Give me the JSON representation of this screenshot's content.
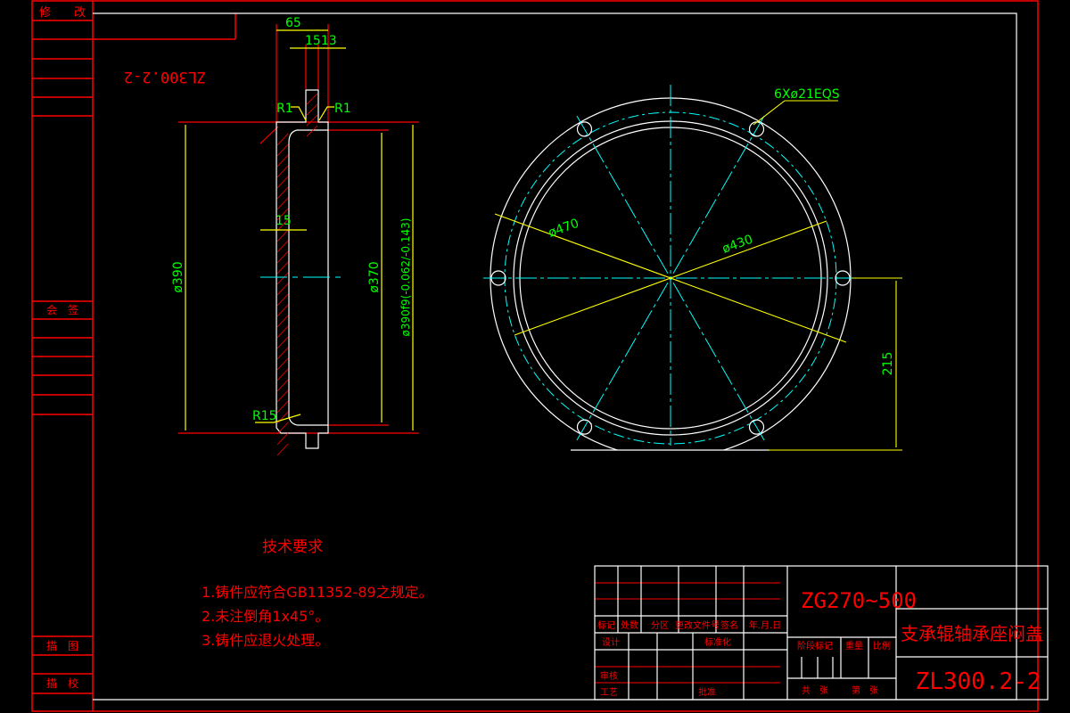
{
  "colors": {
    "background": "#000000",
    "frame": "#ff0000",
    "outline": "#ffffff",
    "dimension": "#ffff00",
    "dim_text": "#00ff00",
    "centerline": "#00ffff"
  },
  "side_table": {
    "revise": "修　　改",
    "countersign": "会　签",
    "trace": "描　图",
    "trace_check": "描　校"
  },
  "mirror_code": "ZL300.2-2",
  "section_view": {
    "dim_width": "65",
    "dim_parts": "1513",
    "r_left": "R1",
    "r_right": "R1",
    "wall": "15",
    "d_outer": "ø390",
    "d_inner": "ø370",
    "d_fit": "ø390f9(-0.062/-0.143)",
    "r_bottom": "R15"
  },
  "plan_view": {
    "holes": "6Xø21EQS",
    "d470": "ø470",
    "d430": "ø430",
    "h215": "215"
  },
  "tech": {
    "title": "技术要求",
    "items": [
      "1.铸件应符合GB11352-89之规定。",
      "2.未注倒角1x45°。",
      "3.铸件应退火处理。"
    ]
  },
  "title_block": {
    "material": "ZG270~500",
    "part_name": "支承辊轴承座闷盖",
    "drawing_no": "ZL300.2-2",
    "headers": [
      "标记",
      "处数",
      "分区",
      "更改文件号",
      "签名",
      "年.月.日"
    ],
    "design": "设计",
    "standard": "标准化",
    "review": "审核",
    "process": "工艺",
    "approve": "批准",
    "stage": "阶段标记",
    "weight": "重量",
    "scale": "比例",
    "total": "共　张",
    "sheet": "第　张"
  }
}
